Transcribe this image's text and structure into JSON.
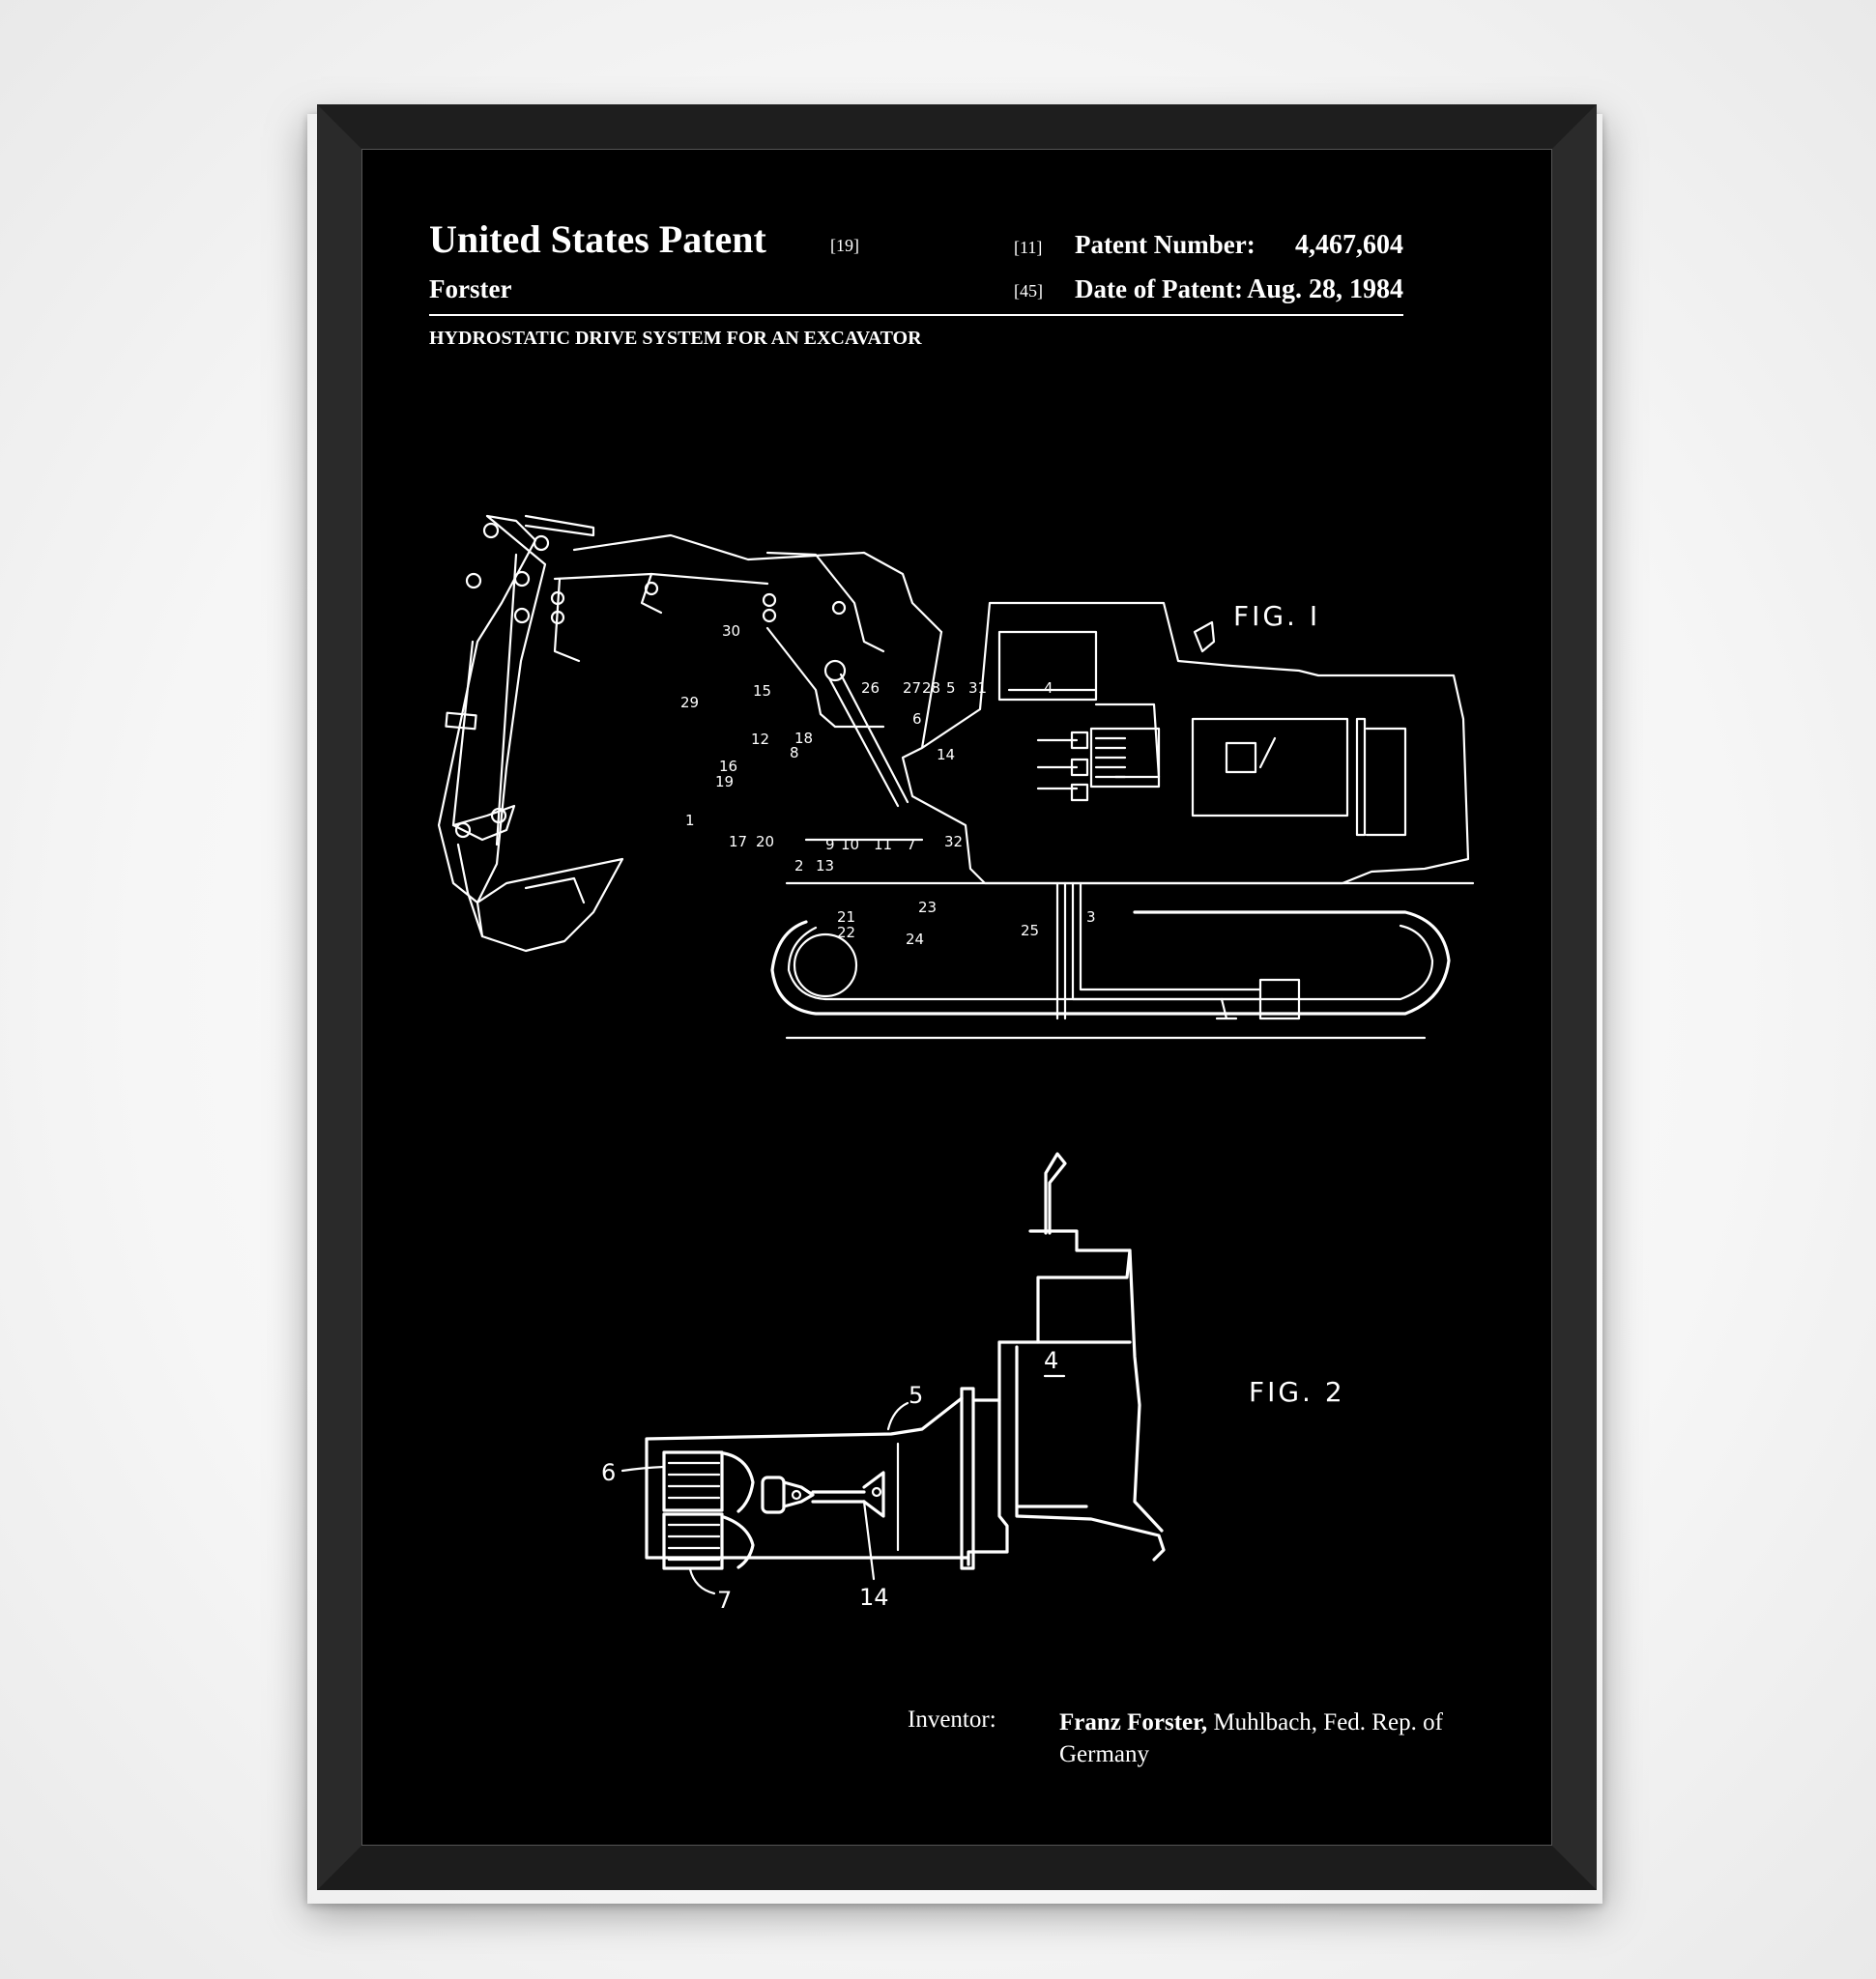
{
  "patent": {
    "header_title": "United States Patent",
    "header_ref": "[19]",
    "assignee_surname": "Forster",
    "subject": "HYDROSTATIC DRIVE SYSTEM FOR AN EXCAVATOR",
    "patent_number_ref": "[11]",
    "patent_number_label": "Patent Number:",
    "patent_number": "4,467,604",
    "date_ref": "[45]",
    "date_label": "Date of Patent:",
    "date": "Aug. 28, 1984"
  },
  "figures": {
    "fig1_label": "FIG. I",
    "fig1_callouts": [
      "1",
      "2",
      "3",
      "4",
      "5",
      "6",
      "7",
      "8",
      "9",
      "10",
      "11",
      "12",
      "13",
      "14",
      "15",
      "16",
      "17",
      "18",
      "19",
      "20",
      "21",
      "22",
      "23",
      "24",
      "25",
      "26",
      "27",
      "28",
      "29",
      "30",
      "31",
      "32"
    ],
    "fig2_label": "FIG. 2",
    "fig2_callouts": [
      "4",
      "5",
      "6",
      "7",
      "14"
    ]
  },
  "inventor": {
    "label": "Inventor:",
    "name": "Franz Forster,",
    "location": "Muhlbach, Fed. Rep. of Germany"
  },
  "colors": {
    "poster_background": "#000000",
    "line_art": "#ffffff",
    "frame": "#242424",
    "wall": "#f4f4f4"
  }
}
